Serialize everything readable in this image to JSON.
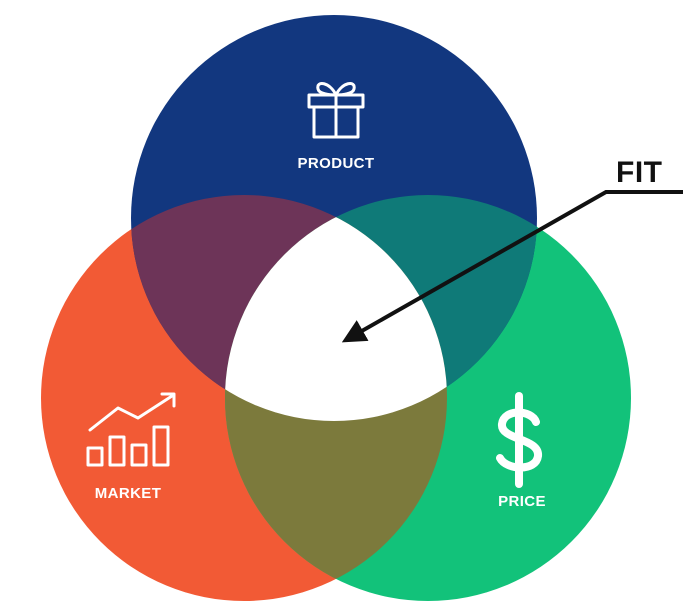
{
  "diagram": {
    "sets": [
      {
        "key": "product",
        "label": "PRODUCT",
        "icon": "gift-icon",
        "color": "#12377f"
      },
      {
        "key": "market",
        "label": "MARKET",
        "icon": "growth-chart-icon",
        "color": "#f25a35"
      },
      {
        "key": "price",
        "label": "PRICE",
        "icon": "dollar-sign-icon",
        "color": "#12c27a"
      }
    ],
    "overlap_colors": {
      "product_market": "#6d3458",
      "product_price": "#0f7a78",
      "market_price": "#7c7a3c",
      "center": "#ffffff"
    },
    "callout": {
      "label": "FIT",
      "color": "#111111"
    }
  }
}
